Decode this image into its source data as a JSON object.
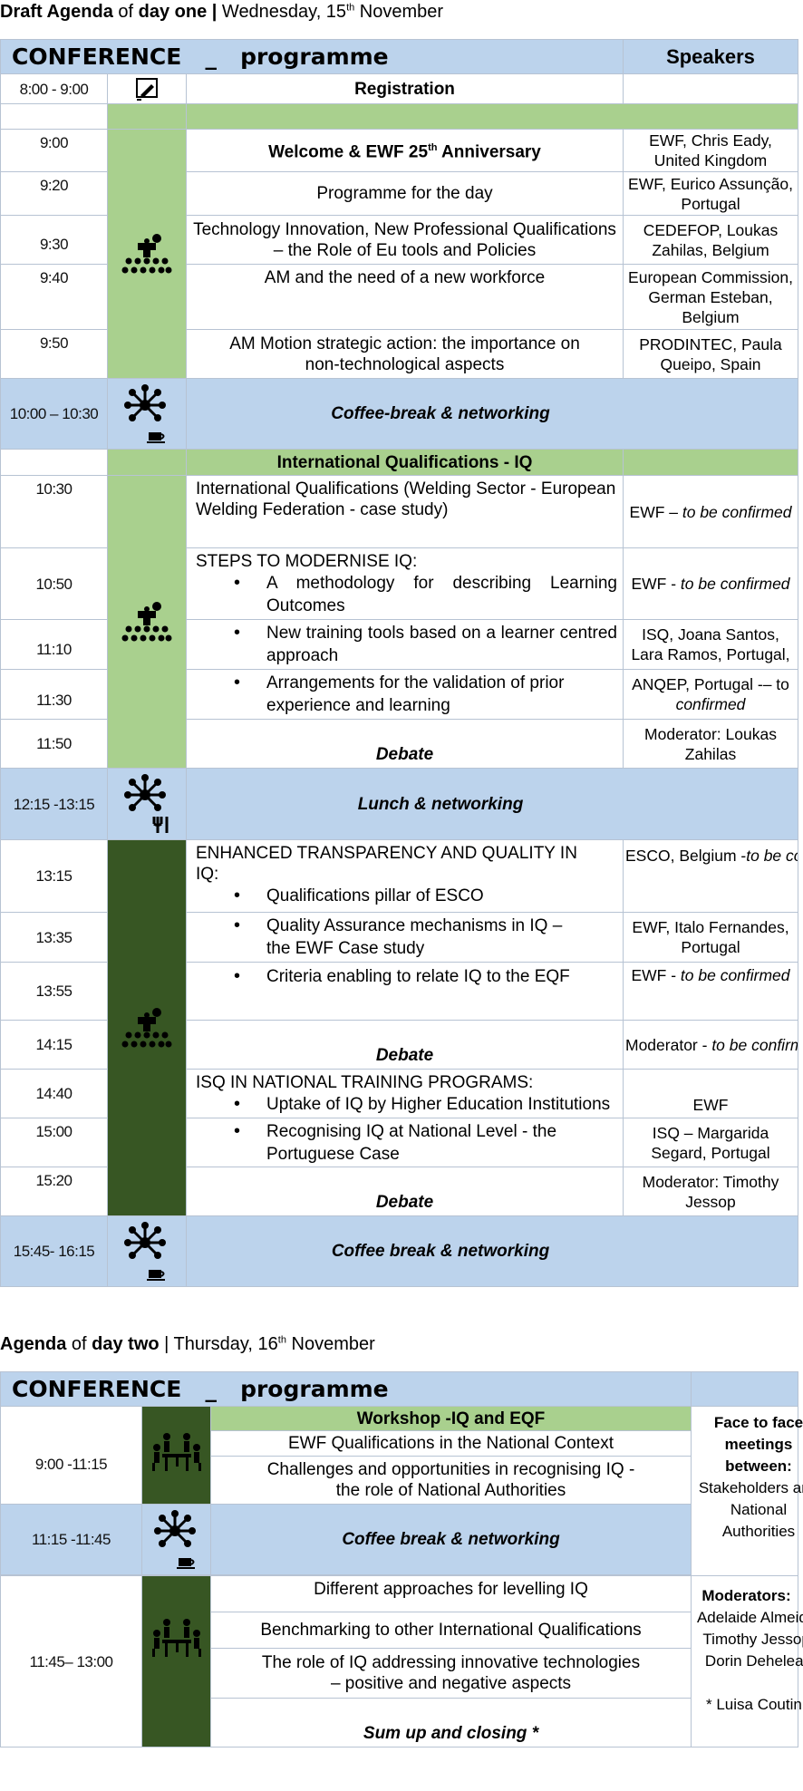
{
  "day1": {
    "title_bold1": "Draft Agenda",
    "title_mid1": " of ",
    "title_bold2": "day one",
    "title_sep": " | ",
    "title_date": "Wednesday, 15",
    "title_sup": "th",
    "title_month": " November",
    "header_conf": "CONFERENCE   _   programme",
    "header_speakers": "Speakers",
    "registration": {
      "time": "8:00 - 9:00",
      "label": "Registration"
    },
    "s1": [
      {
        "time": "9:00",
        "title": "Welcome & EWF 25",
        "sup": "th",
        "title2": " Anniversary",
        "speaker": "EWF, Chris Eady, United Kingdom"
      },
      {
        "time": "9:20",
        "title": "Programme for the day",
        "speaker": "EWF, Eurico Assunção, Portugal"
      },
      {
        "time": "9:30",
        "title": "Technology Innovation, New Professional Qualifications – the Role of Eu tools and Policies",
        "speaker": "CEDEFOP, Loukas Zahilas, Belgium"
      },
      {
        "time": "9:40",
        "title": "AM and the need of a new workforce",
        "speaker": "European Commission, German Esteban, Belgium"
      },
      {
        "time": "9:50",
        "title": "AM Motion strategic action: the importance on non-technological aspects",
        "speaker": "PRODINTEC, Paula Queipo, Spain"
      }
    ],
    "break1": {
      "time": "10:00 – 10:30",
      "label": "Coffee-break & networking"
    },
    "iq_title": "International Qualifications - IQ",
    "s2": {
      "r1": {
        "time": "10:30",
        "title": "International Qualifications (Welding Sector - European Welding Federation - case study)",
        "speaker": "EWF –",
        "speaker_it": " to be confirmed"
      },
      "r2": {
        "time": "10:50",
        "heading": "STEPS TO MODERNISE IQ:",
        "bullet": "A methodology for describing Learning Outcomes",
        "speaker": "EWF -",
        "speaker_it": " to be confirmed"
      },
      "r3": {
        "time": "11:10",
        "bullet": "New training tools based on a learner centred approach",
        "speaker": "ISQ, Joana Santos, Lara Ramos, Portugal,"
      },
      "r4": {
        "time": "11:30",
        "bullet": "Arrangements for the validation of prior experience and learning",
        "speaker": "ANQEP, Portugal -– to",
        "speaker_it": "confirmed"
      },
      "r5": {
        "time": "11:50",
        "title": "Debate",
        "speaker": "Moderator: Loukas Zahilas"
      }
    },
    "break2": {
      "time": "12:15 -13:15",
      "label": "Lunch & networking"
    },
    "s3": {
      "r1": {
        "time": "13:15",
        "heading": "ENHANCED TRANSPARENCY AND QUALITY IN IQ:",
        "bullet": "Qualifications pillar of ESCO",
        "speaker": "ESCO, Belgium -",
        "speaker_it": "to be confirmed"
      },
      "r2": {
        "time": "13:35",
        "bullet": "Quality Assurance mechanisms in IQ – the EWF Case study",
        "speaker": "EWF, Italo Fernandes, Portugal"
      },
      "r3": {
        "time": "13:55",
        "bullet": "Criteria enabling to relate IQ to the EQF",
        "speaker": "EWF - ",
        "speaker_it": " to be confirmed"
      },
      "r4": {
        "time": "14:15",
        "title": "Debate",
        "speaker": "Moderator -",
        "speaker_it": " to be confirmed"
      },
      "r5": {
        "time": "14:40",
        "heading": "ISQ IN NATIONAL TRAINING PROGRAMS:",
        "bullet": "Uptake of IQ by Higher Education Institutions",
        "speaker": "EWF"
      },
      "r6": {
        "time": "15:00",
        "bullet": "Recognising IQ at National Level - the Portuguese Case",
        "speaker": "ISQ – Margarida Segard, Portugal"
      },
      "r7": {
        "time": "15:20",
        "title": "Debate",
        "speaker": "Moderator: Timothy Jessop"
      }
    },
    "break3": {
      "time": "15:45- 16:15",
      "label": "Coffee break & networking"
    }
  },
  "day2": {
    "title_bold1": "Agenda",
    "title_mid1": " of ",
    "title_bold2": "day two",
    "title_sep": " | ",
    "title_date": "Thursday, 16",
    "title_sup": "th",
    "title_month": " November",
    "header_conf": "CONFERENCE   _   programme",
    "workshop_title": "Workshop -IQ and EQF",
    "block1": {
      "time": "9:00 -11:15",
      "items": [
        "EWF Qualifications in the National Context",
        "Challenges and opportunities in recognising IQ - the role of National Authorities"
      ]
    },
    "side1": {
      "bold": "Face to face meetings between:",
      "text": "Stakeholders and National Authorities"
    },
    "break": {
      "time": "11:15 -11:45",
      "label": "Coffee break & networking"
    },
    "block2": {
      "time": "11:45– 13:00",
      "items": [
        "Different approaches for levelling IQ",
        "Benchmarking to other International Qualifications",
        "The role of IQ addressing innovative technologies – positive and negative aspects",
        "Sum up and closing *"
      ]
    },
    "side2": {
      "bold": "Moderators:",
      "text": "Adelaide Almeida, Timothy Jessop, Dorin Dehelean",
      "note": "* Luisa Coutinho"
    }
  },
  "icons": [
    "registration-pen-icon",
    "audience-speaker-icon",
    "network-coffee-icon",
    "network-cutlery-icon",
    "meeting-table-icon"
  ],
  "colors": {
    "light_green": "#a9d08e",
    "dark_green": "#375623",
    "light_blue": "#bcd3ec"
  }
}
